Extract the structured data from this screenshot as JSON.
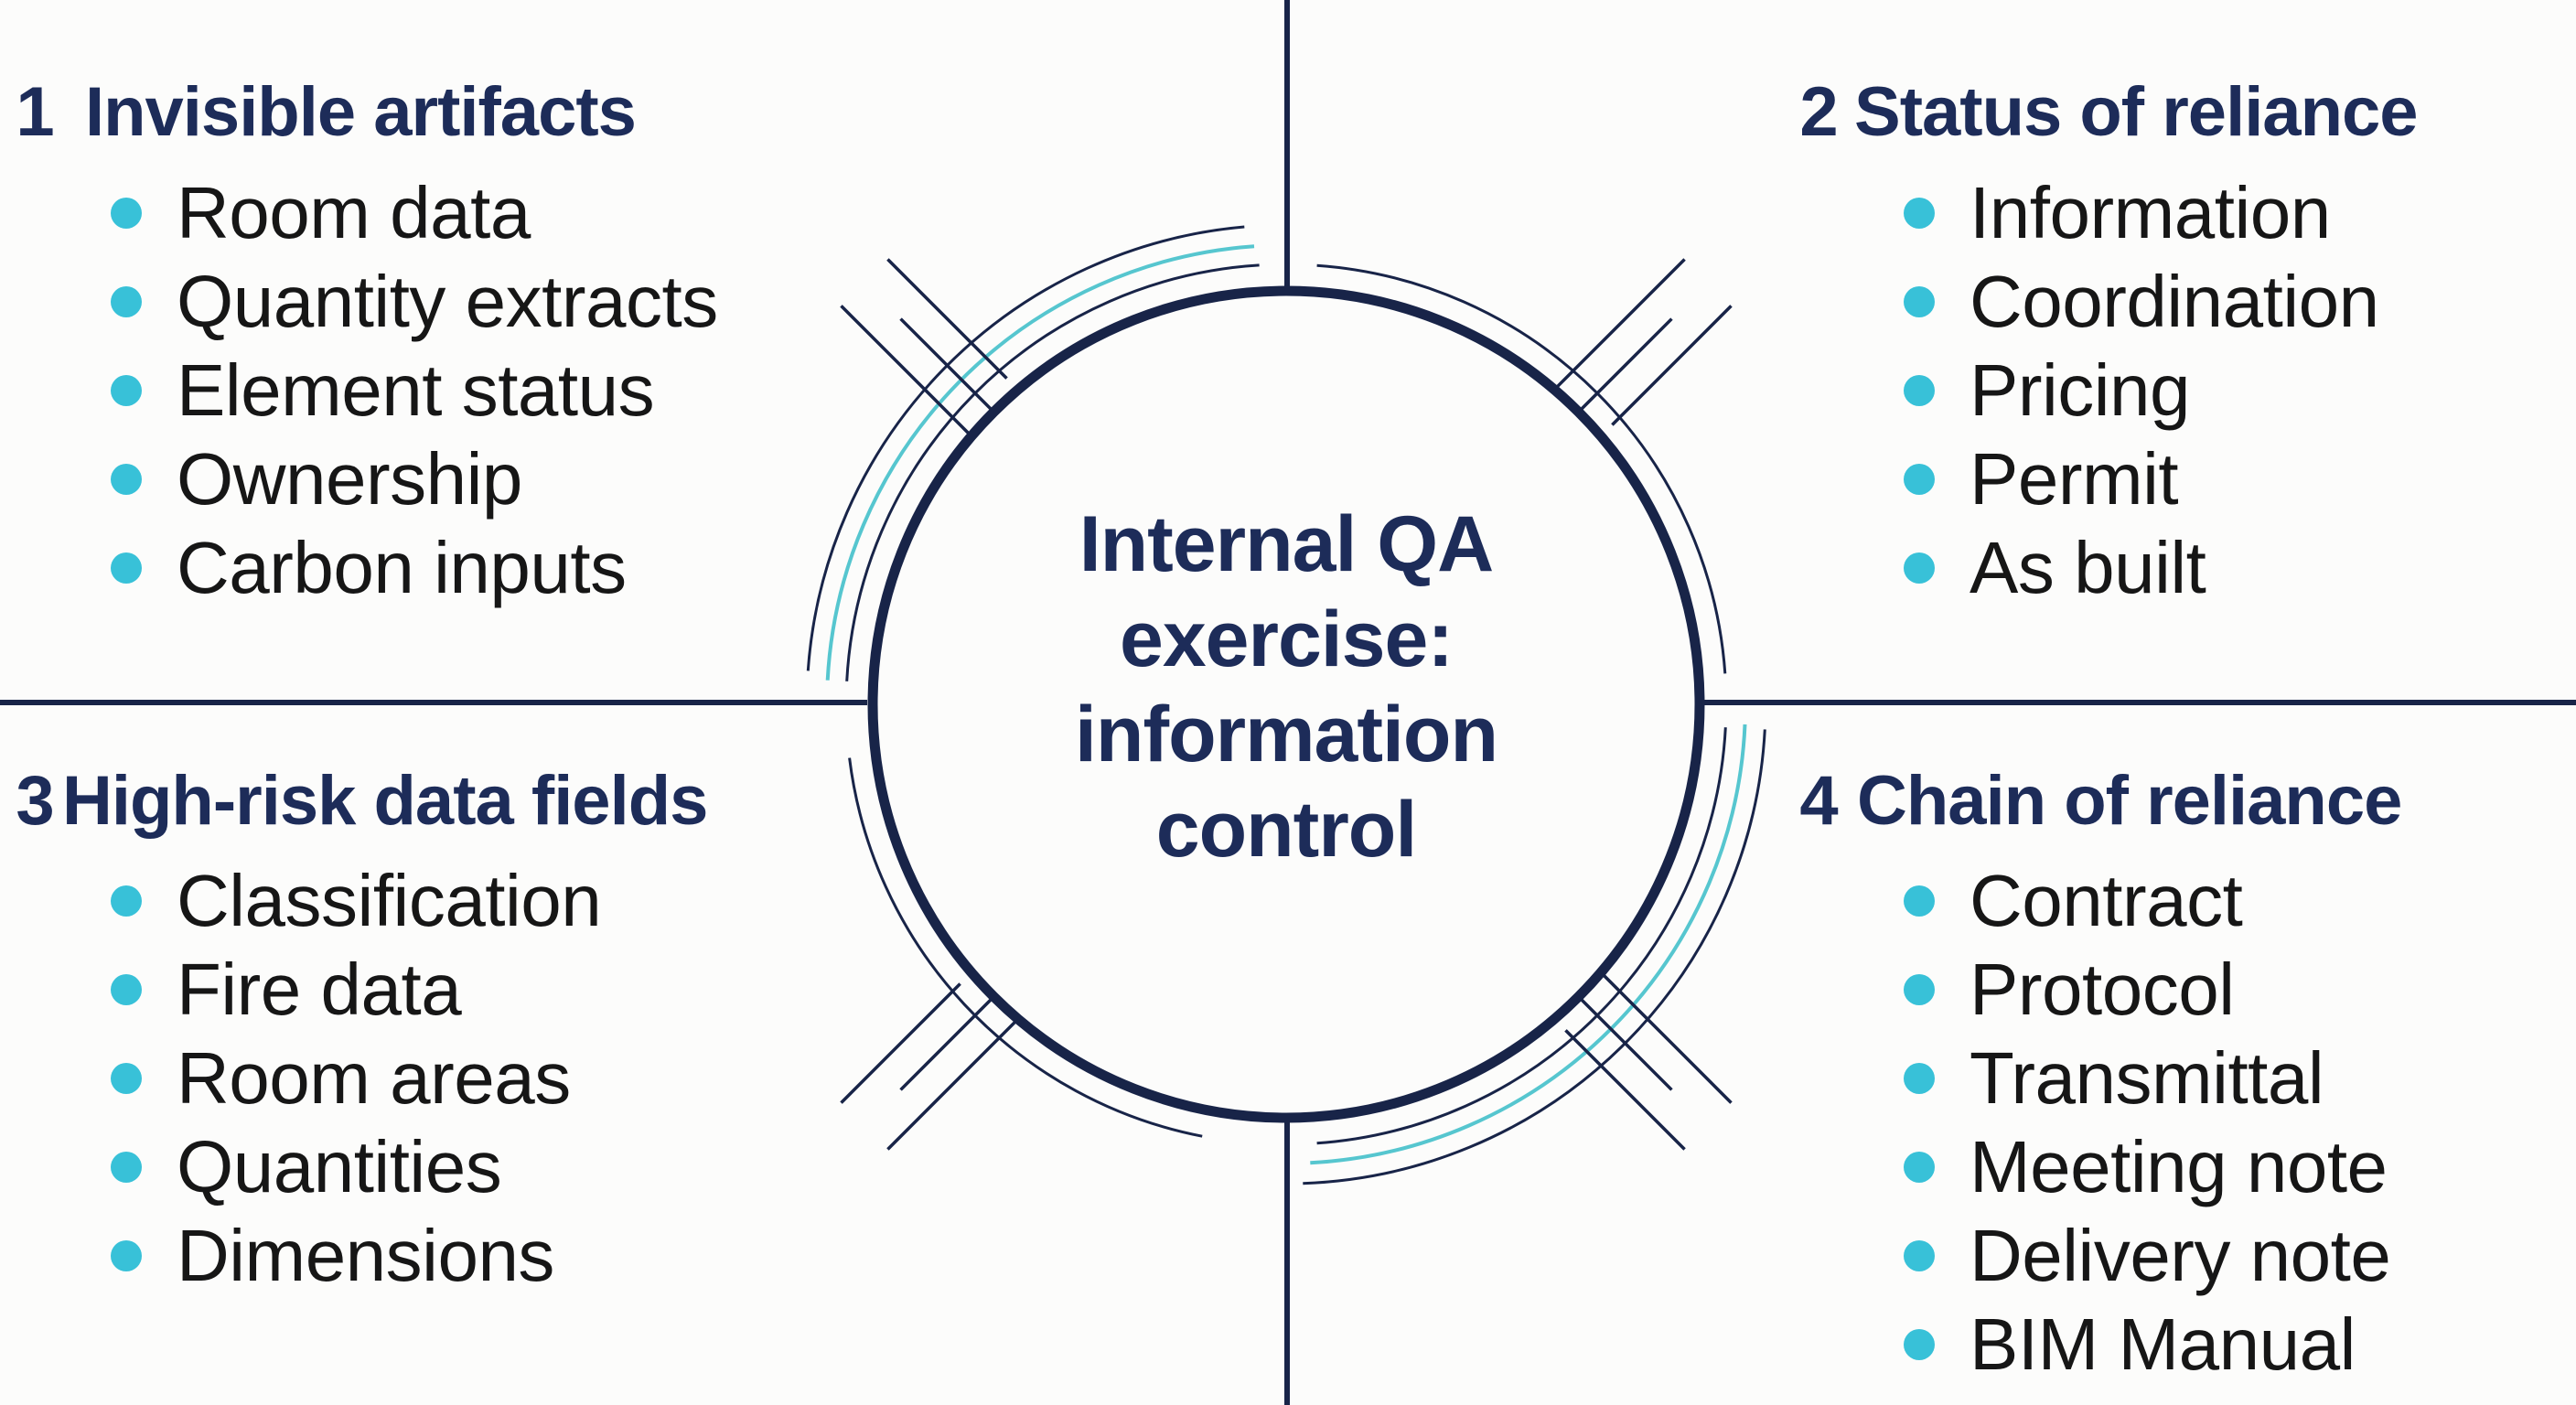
{
  "diagram": {
    "center": {
      "title": "Internal QA exercise: information control",
      "title_lines": [
        "Internal QA",
        "exercise:",
        "information",
        "control"
      ]
    },
    "quadrants": [
      {
        "number": "1",
        "title": "Invisible artifacts",
        "items": [
          "Room data",
          "Quantity extracts",
          "Element status",
          "Ownership",
          "Carbon inputs"
        ]
      },
      {
        "number": "2",
        "title": "Status of reliance",
        "items": [
          "Information",
          "Coordination",
          "Pricing",
          "Permit",
          "As built"
        ]
      },
      {
        "number": "3",
        "title": "High-risk data fields",
        "items": [
          "Classification",
          "Fire data",
          "Room areas",
          "Quantities",
          "Dimensions"
        ]
      },
      {
        "number": "4",
        "title": "Chain of reliance",
        "items": [
          "Contract",
          "Protocol",
          "Transmittal",
          "Meeting note",
          "Delivery note",
          "BIM Manual"
        ]
      }
    ],
    "colors": {
      "navy_line": "#182448",
      "navy_text": "#1d2c59",
      "text_black": "#161616",
      "teal": "#38c1d8",
      "teal_light": "#56c6cf",
      "background": "#fcfcfb"
    }
  }
}
